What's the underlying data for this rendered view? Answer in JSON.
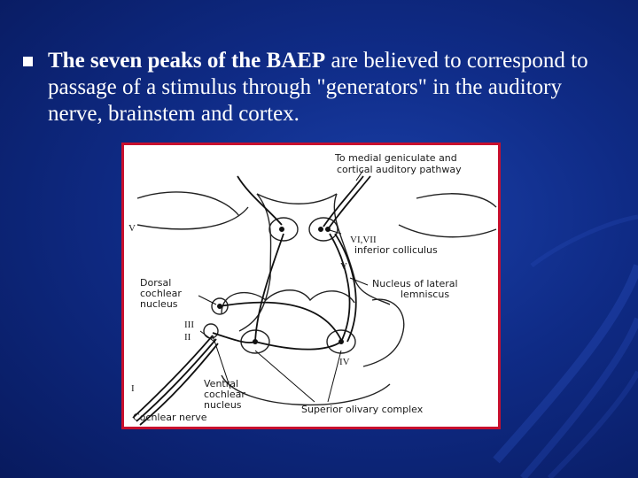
{
  "slide": {
    "bullet_bold": "The seven peaks of the BAEP",
    "bullet_rest": " are believed to correspond to passage of a stimulus through \"generators\" in the auditory nerve, brainstem and cortex."
  },
  "diagram": {
    "labels": {
      "to_medial_1": "To medial geniculate and",
      "to_medial_2": "cortical auditory pathway",
      "vi_vii": "VI,VII",
      "inferior_colliculus": "inferior colliculus",
      "v_left": "V",
      "v_mid": "V",
      "nucleus_lateral_1": "Nucleus of lateral",
      "nucleus_lateral_2": "lemniscus",
      "dorsal_1": "Dorsal",
      "dorsal_2": "cochlear",
      "dorsal_3": "nucleus",
      "iii": "III",
      "ii": "II",
      "iv": "IV",
      "i": "I",
      "ventral_1": "Ventral",
      "ventral_2": "cochlear",
      "ventral_3": "nucleus",
      "cochlear_nerve": "Cochlear nerve",
      "superior_olivary": "Superior olivary complex"
    }
  },
  "colors": {
    "background": "#0f2b86",
    "frame_border": "#c8102e",
    "text": "#ffffff"
  }
}
